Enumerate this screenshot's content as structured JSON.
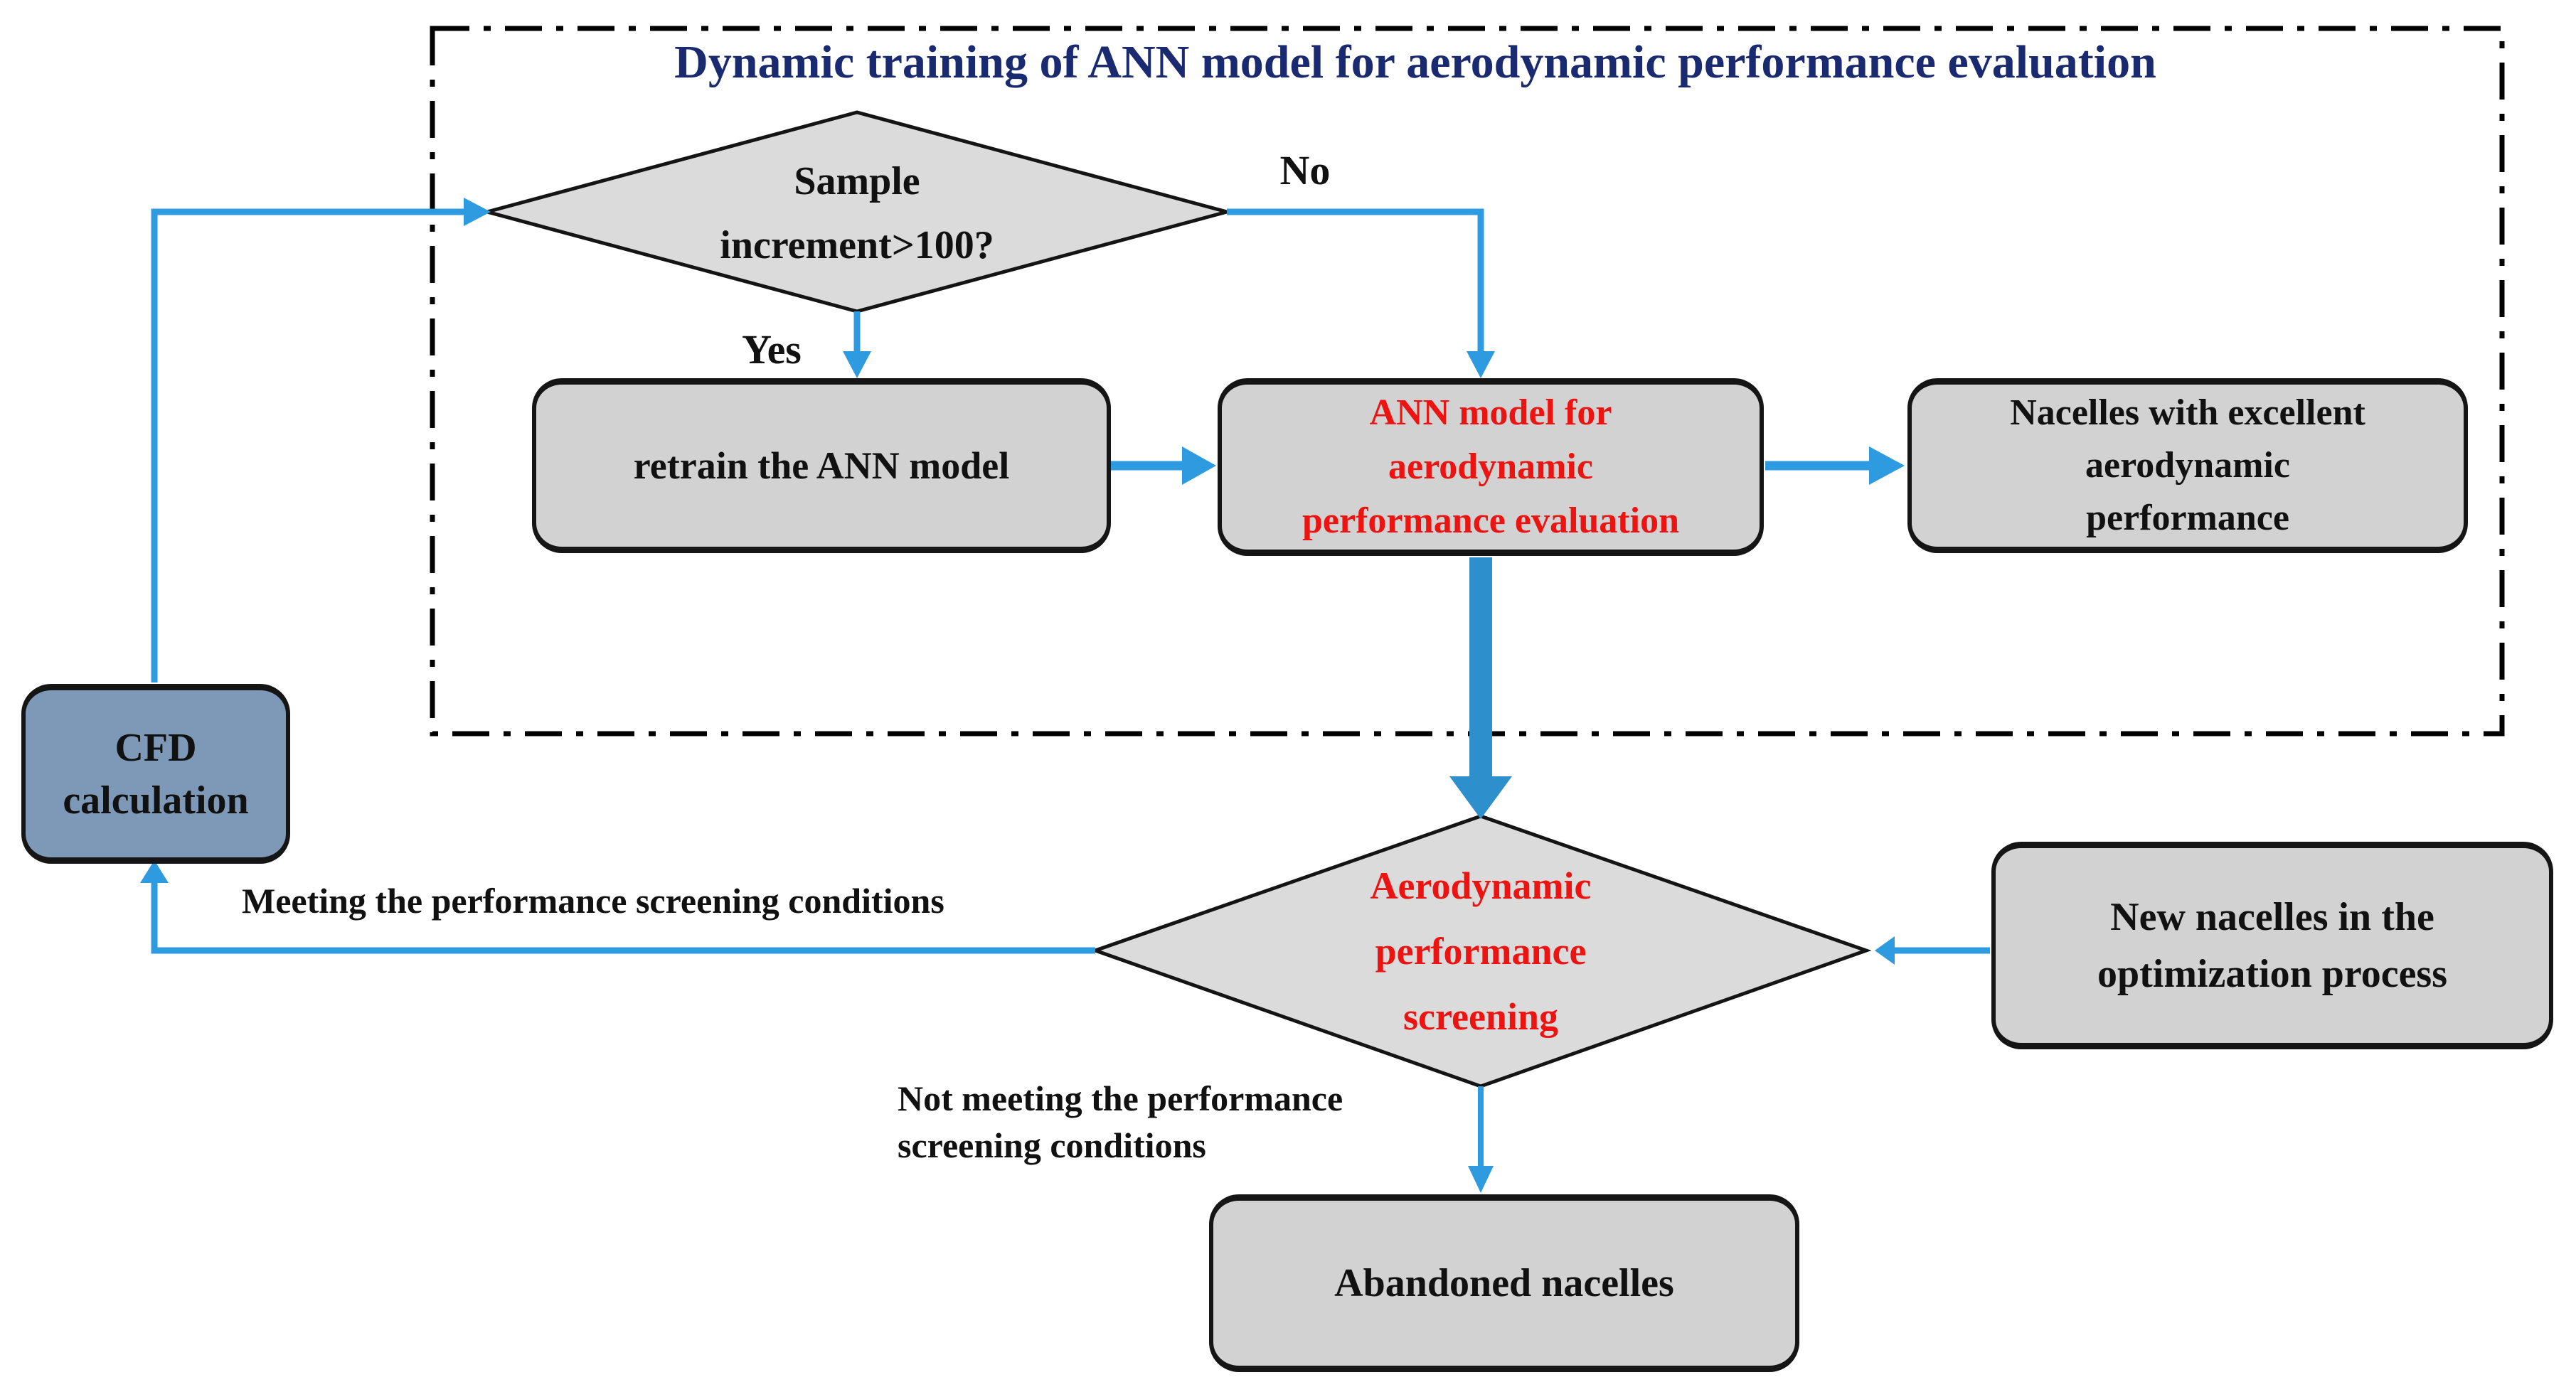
{
  "title": "Dynamic training of ANN model for aerodynamic performance evaluation",
  "colors": {
    "arrow_blue": "#2e9be0",
    "thick_arrow_blue": "#2d8fcb",
    "box_gray": "#d2d2d2",
    "diamond_gray": "#dbdbdb",
    "cfd_box_blue": "#7e99b7",
    "red_text": "#ec1310",
    "title_navy": "#1a2a70",
    "border_black": "#151515"
  },
  "nodes": {
    "sample_decision": {
      "line1": "Sample",
      "line2": "increment>100?"
    },
    "retrain": {
      "label": "retrain the ANN model"
    },
    "ann_model": {
      "line1": "ANN model for",
      "line2": "aerodynamic",
      "line3": "performance evaluation"
    },
    "nacelles_excellent": {
      "line1": "Nacelles with excellent",
      "line2": "aerodynamic",
      "line3": "performance"
    },
    "cfd": {
      "line1": "CFD",
      "line2": "calculation"
    },
    "screening": {
      "line1": "Aerodynamic",
      "line2": "performance",
      "line3": "screening"
    },
    "new_nacelles": {
      "line1": "New nacelles in the",
      "line2": "optimization process"
    },
    "abandoned": {
      "label": "Abandoned nacelles"
    }
  },
  "labels": {
    "yes": "Yes",
    "no": "No",
    "meeting": "Meeting the performance screening conditions",
    "not_meeting_line1": "Not meeting the performance",
    "not_meeting_line2": "screening conditions"
  }
}
